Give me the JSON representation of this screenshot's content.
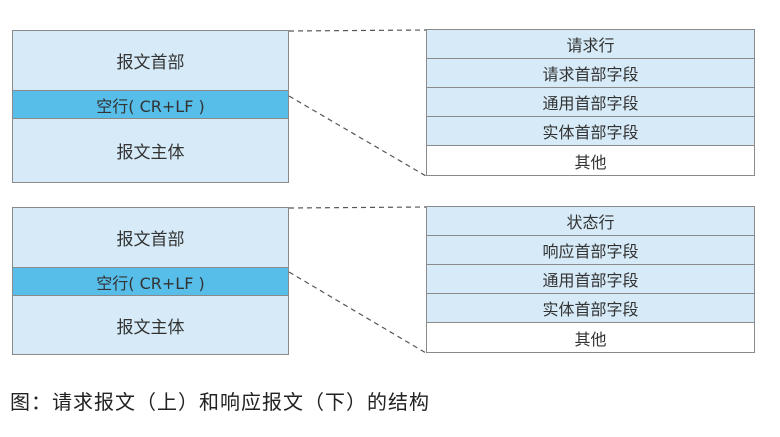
{
  "request": {
    "message_parts": {
      "header": "报文首部",
      "blank_line": "空行( CR+LF )",
      "body": "报文主体"
    },
    "detail_rows": [
      "请求行",
      "请求首部字段",
      "通用首部字段",
      "实体首部字段",
      "其他"
    ]
  },
  "response": {
    "message_parts": {
      "header": "报文首部",
      "blank_line": "空行( CR+LF )",
      "body": "报文主体"
    },
    "detail_rows": [
      "状态行",
      "响应首部字段",
      "通用首部字段",
      "实体首部字段",
      "其他"
    ]
  },
  "caption": "图：请求报文（上）和响应报文（下）的结构",
  "colors": {
    "light_fill": "#d6eaf7",
    "blank_line_fill": "#57bde9",
    "border": "#8a8a8a",
    "text": "#333333"
  }
}
